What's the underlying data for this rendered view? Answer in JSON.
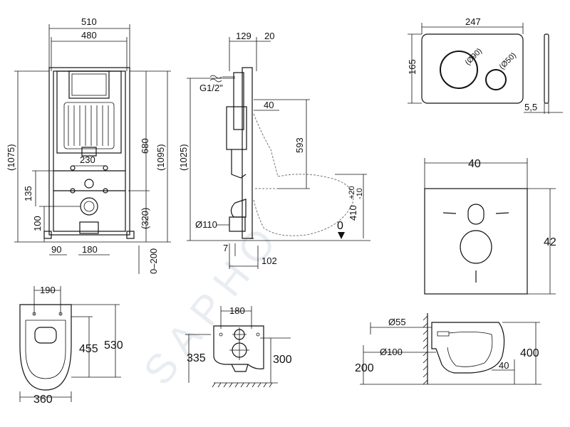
{
  "frame_front": {
    "width_outer": "510",
    "width_inner": "480",
    "height_left": "(1075)",
    "height_right": "(1095)",
    "height_680": "680",
    "dim_230": "230",
    "dim_135": "135",
    "dim_100": "100",
    "dim_320": "(320)",
    "dim_90": "90",
    "dim_180": "180",
    "dim_0_200": "0–200"
  },
  "frame_side": {
    "dim_129": "129",
    "dim_20": "20",
    "thread": "G1/2\"",
    "dim_40": "40",
    "dim_1025": "(1025)",
    "dim_593": "593",
    "dim_410": "410",
    "tol_plus": "+20",
    "tol_minus": "-10",
    "zero": "0",
    "diam_110": "Ø110",
    "dim_7": "7",
    "dim_102": "102"
  },
  "flush_plate": {
    "width": "247",
    "height": "165",
    "diam_90": "(Ø90)",
    "diam_50": "(Ø50)",
    "depth": "5,5"
  },
  "sound_pad": {
    "width": "40",
    "height": "42"
  },
  "bowl_top": {
    "dim_190": "190",
    "dim_455": "455",
    "dim_530": "530",
    "dim_360": "360"
  },
  "bowl_back": {
    "dim_180": "180",
    "dim_335": "335",
    "dim_300": "300"
  },
  "bowl_side": {
    "diam_55": "Ø55",
    "diam_100": "Ø100",
    "dim_200": "200",
    "dim_400": "400",
    "dim_40": "40"
  },
  "watermark": "SAPHO"
}
